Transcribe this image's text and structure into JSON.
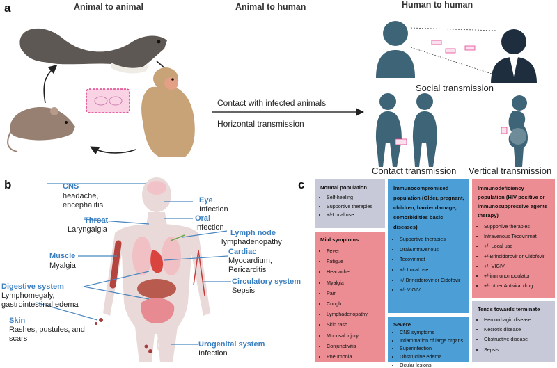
{
  "panel_a": {
    "letter": "a",
    "headers": {
      "animal_to_animal": "Animal to animal",
      "animal_to_human": "Animal to human",
      "human_to_human": "Human to human"
    },
    "arrow_labels": {
      "contact": "Contact with infected animals",
      "horizontal": "Horizontal transmission"
    },
    "labels": {
      "social": "Social transmission",
      "contact": "Contact transmission",
      "vertical": "Vertical transmission"
    }
  },
  "panel_b": {
    "letter": "b",
    "organs": {
      "cns": {
        "title": "CNS",
        "desc": "headache, encephalitis"
      },
      "eye": {
        "title": "Eye",
        "desc": "Infection"
      },
      "throat": {
        "title": "Throat",
        "desc": "Laryngalgia"
      },
      "oral": {
        "title": "Oral",
        "desc": "Infection"
      },
      "lymph": {
        "title": "Lymph node",
        "desc": "lymphadenopathy"
      },
      "muscle": {
        "title": "Muscle",
        "desc": "Myalgia"
      },
      "cardiac": {
        "title": "Cardiac",
        "desc": "Myocardium, Pericarditis"
      },
      "digestive": {
        "title": "Digestive system",
        "desc": "Lymphomegaly, gastrointestinal edema"
      },
      "circulatory": {
        "title": "Circulatory system",
        "desc": "Sepsis"
      },
      "skin": {
        "title": "Skin",
        "desc": "Rashes, pustules, and scars"
      },
      "urogenital": {
        "title": "Urogenital system",
        "desc": "Infection"
      }
    }
  },
  "panel_c": {
    "letter": "c",
    "normal": {
      "title": "Normal population",
      "items": [
        "Self-healing",
        "Supportive therapies",
        "+/-Local use"
      ]
    },
    "mild": {
      "title": "Mild symptoms",
      "items": [
        "Fever",
        "Fatigue",
        "Headache",
        "Myalgia",
        "Pain",
        "Cough",
        "Lymphadenopathy",
        "Skin rash",
        "Mucosal injury",
        "Conjunctivitis",
        "Pneumonia"
      ]
    },
    "immunocompromised": {
      "title": "Immunocompromised population (Older, pregnant, children, barrier damage, comorbidities basic diseases)",
      "items": [
        "Supportive therapies",
        "Oral&Intravenous",
        "Tecovirimat",
        "+/- Local use",
        "+/-Brincidorovir or Cidofovir",
        "+/- VIGIV"
      ]
    },
    "severe": {
      "title": "Severe",
      "items": [
        "CNS symptoms",
        "Inflammation of large organs",
        "Superinfection",
        "Obstructive edema",
        "Ocular lesions"
      ]
    },
    "immunodeficiency": {
      "title": "Immunodeficiency population (HIV positive or immunosuppressive agents therapy)",
      "items": [
        "Supportive therapies",
        "Intravenous Tecovirimat",
        "+/- Local use",
        "+/-Brincidorovir or Cidofovir",
        "+/- VIGIV",
        "+/-immunomodulator",
        "+/- other Antiviral drug"
      ]
    },
    "terminate": {
      "title": "Tends towards terminate",
      "items": [
        "Hemorrhagic disease",
        "Necrotic disease",
        "Obstructive disease",
        "Sepsis"
      ]
    }
  }
}
